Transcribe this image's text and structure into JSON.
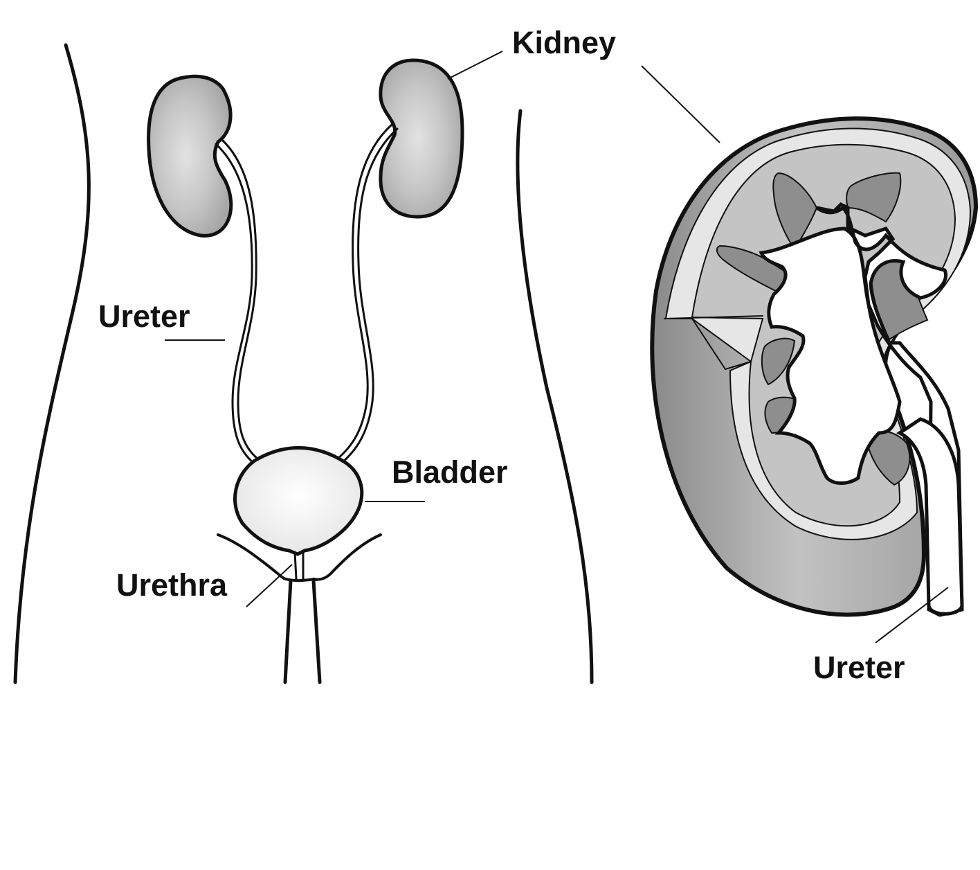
{
  "labels": {
    "kidney": "Kidney",
    "ureter_left": "Ureter",
    "bladder": "Bladder",
    "urethra": "Urethra",
    "ureter_right": "Ureter"
  },
  "colors": {
    "outline": "#111111",
    "kidney_fill": "#b8b8b8",
    "kidney_highlight": "#e2e2e2",
    "bladder_fill": "#eeeeee",
    "capsule": "#e6e6e6",
    "cortex": "#c4c4c4",
    "medulla": "#8e8e8e",
    "pelvis": "#ffffff"
  }
}
